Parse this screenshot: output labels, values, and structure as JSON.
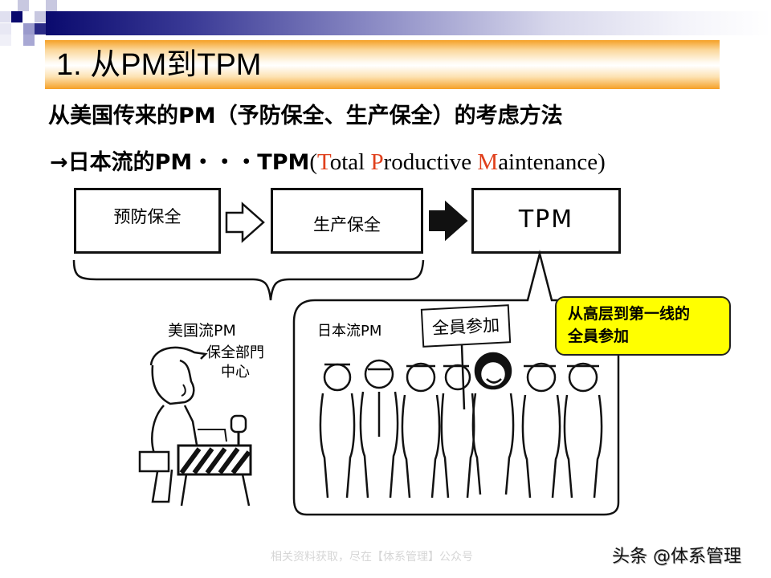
{
  "slide": {
    "title": "1. 从PM到TPM",
    "line1": "从美国传来的PM（予防保全、生产保全）的考虑方法",
    "line2": {
      "prefix": "→日本流的PM・・・TPM",
      "open_paren": "(",
      "t_letter": "T",
      "t_rest": "otal ",
      "p_letter": "P",
      "p_rest": "roductive ",
      "m_letter": "M",
      "m_rest": "aintenance)"
    },
    "accent_color": "#e0401c"
  },
  "diagram": {
    "boxes": [
      {
        "label": "预防保全"
      },
      {
        "label": "生产保全"
      },
      {
        "label": "TPM"
      }
    ],
    "american_label": "美国流PM",
    "american_caption_line1": "保全部門",
    "american_caption_line2": "中心",
    "japanese_label": "日本流PM",
    "sign_text": "全員参加",
    "callout_line1": "从高层到第一线的",
    "callout_line2": "全員参加",
    "callout_color": "#ffff00"
  },
  "footer": {
    "watermark": "相关资料获取，尽在【体系管理】公众号",
    "brand": "头条 @体系管理"
  }
}
